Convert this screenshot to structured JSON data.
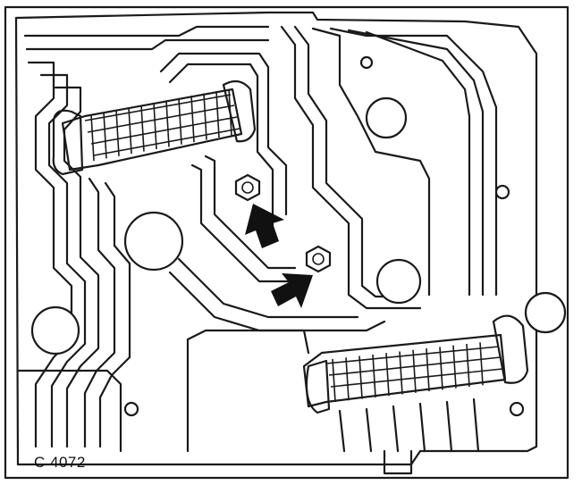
{
  "figure": {
    "caption": "C 4072",
    "colors": {
      "line": "#1a1a1a",
      "background": "#ffffff"
    },
    "callouts": [
      {
        "kind": "arrow",
        "points_to": "upper-hex-nut"
      },
      {
        "kind": "arrow",
        "points_to": "lower-hex-nut"
      }
    ]
  }
}
